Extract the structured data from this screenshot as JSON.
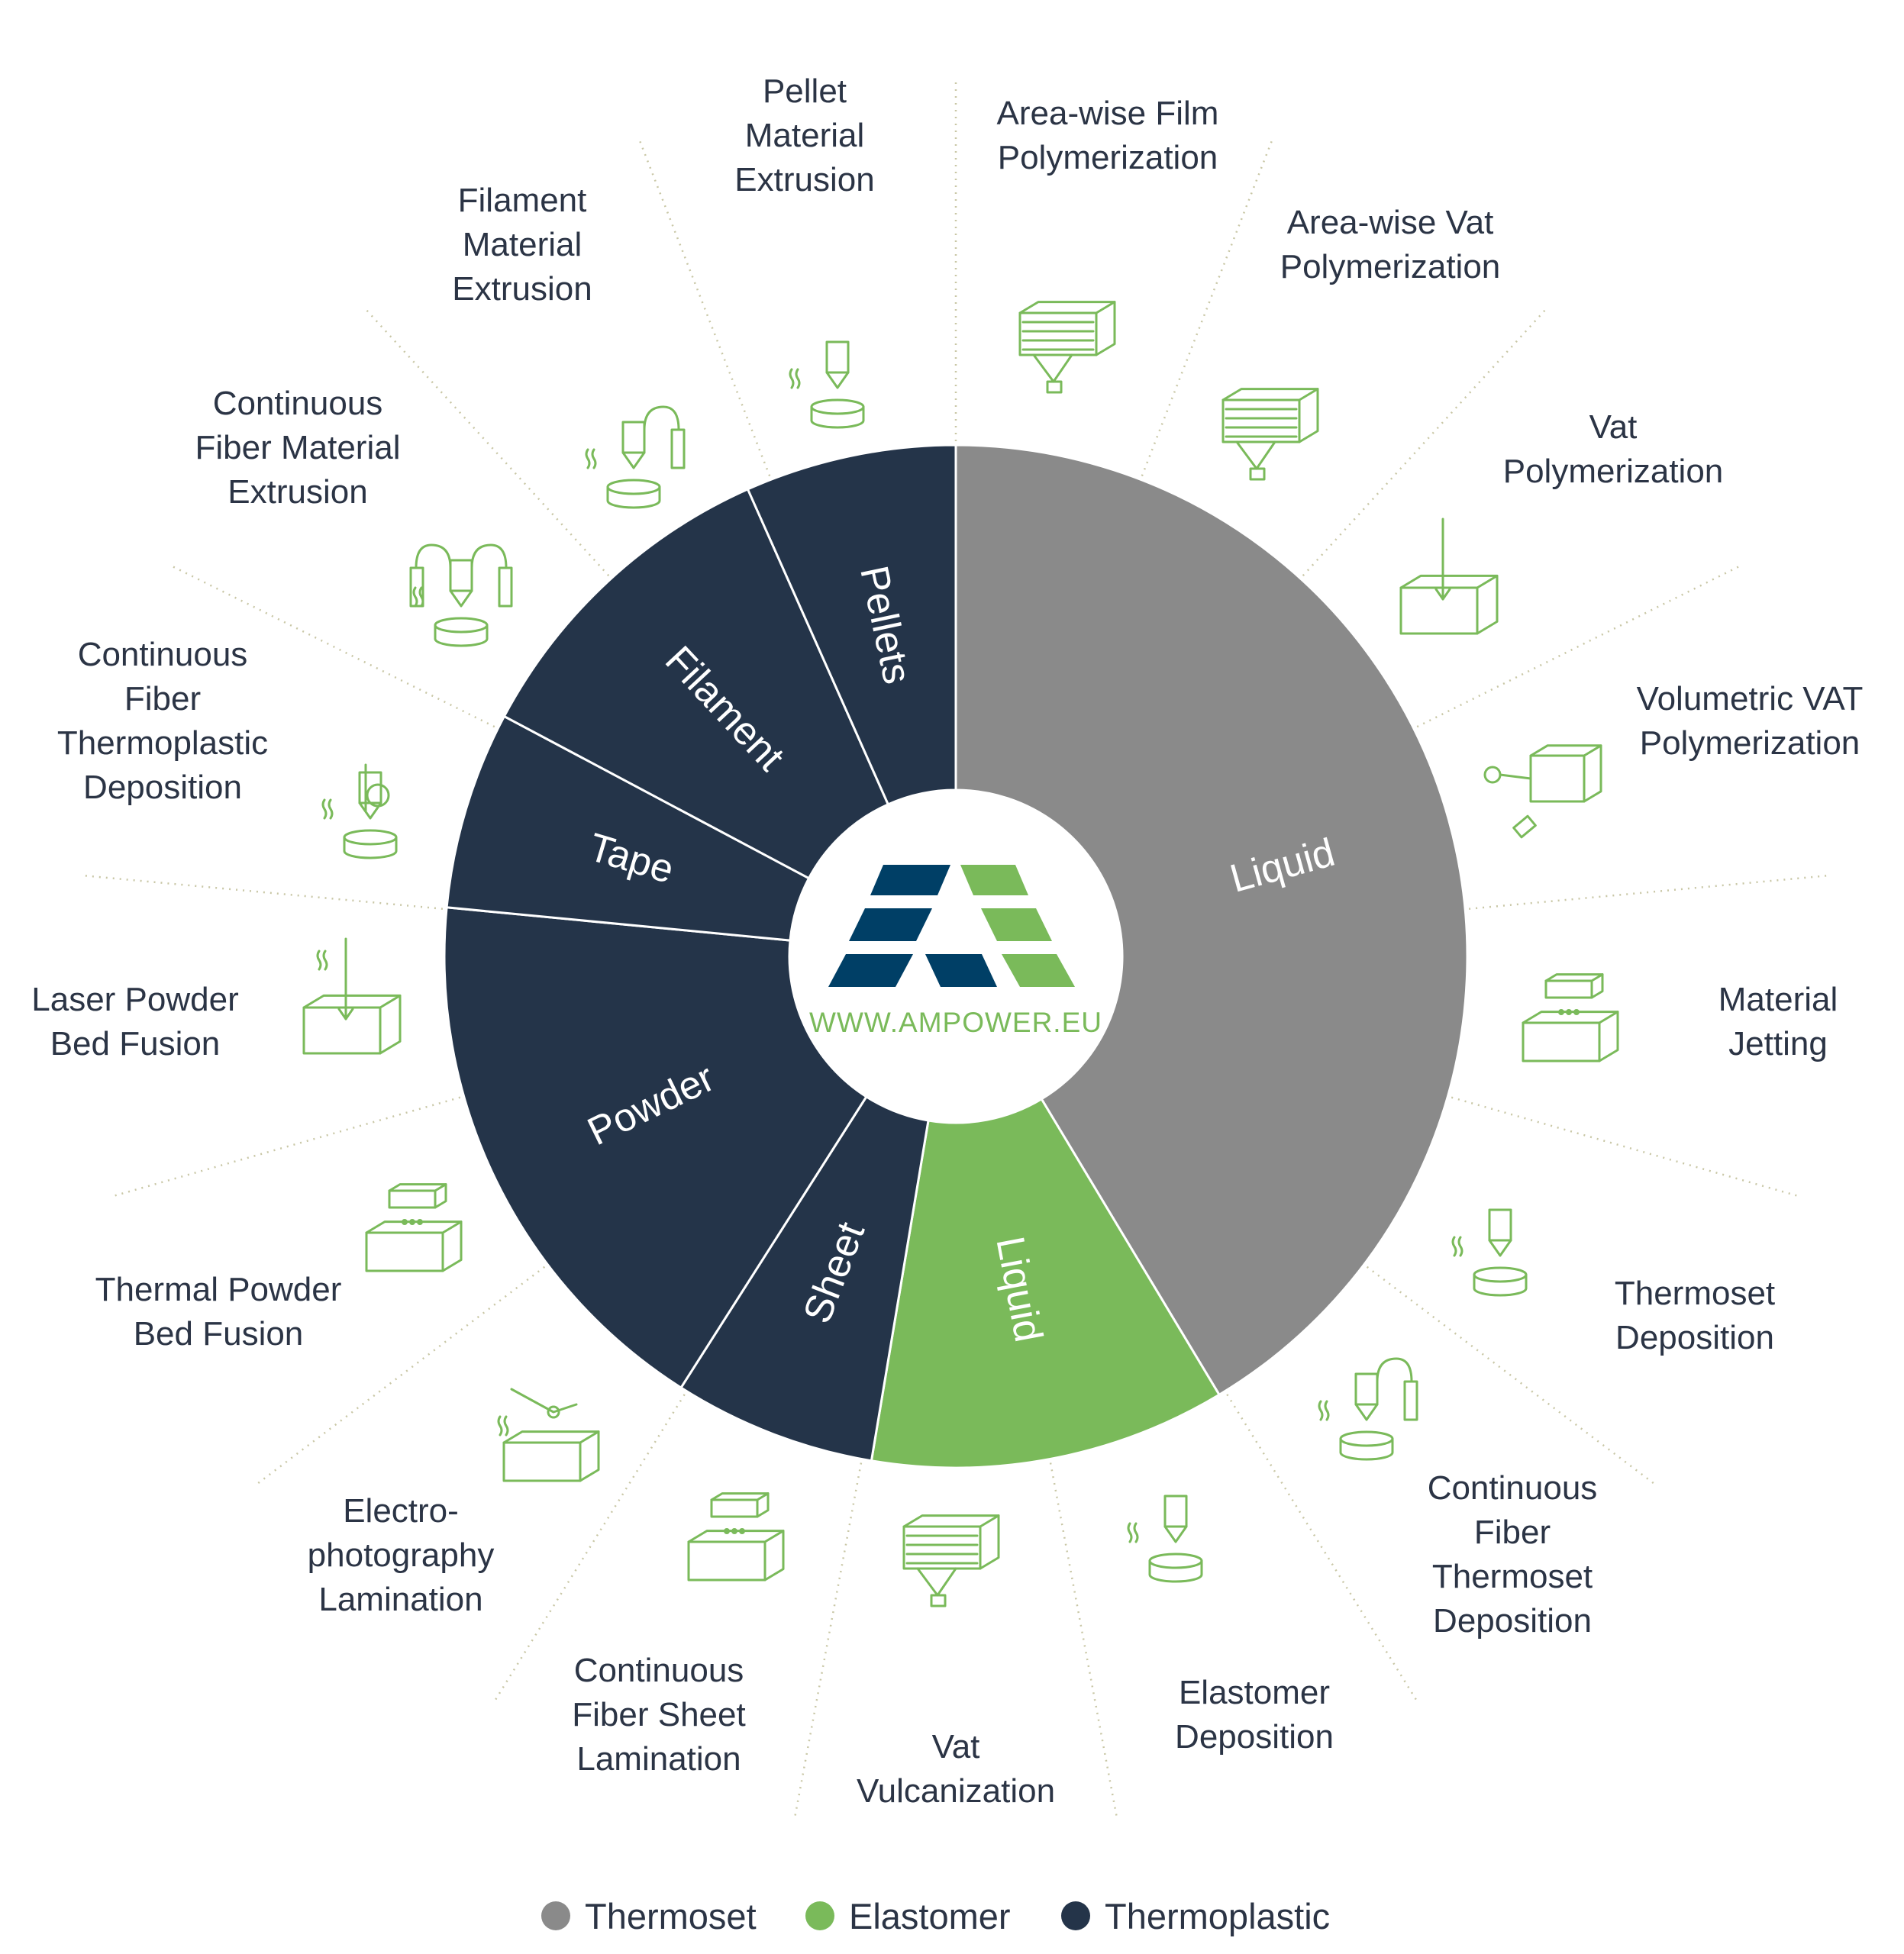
{
  "colors": {
    "thermoset": "#8a8a8a",
    "elastomer": "#7aba5a",
    "thermoplastic": "#243449",
    "logo_dark": "#003f66",
    "logo_green": "#7aba5a",
    "text": "#2b3445",
    "icon": "#7aba5a"
  },
  "logo": {
    "url": "WWW.AMPOWER.EU"
  },
  "chart_data": {
    "type": "pie",
    "segments": [
      {
        "label": "Liquid",
        "category": "Thermoset",
        "start_deg": 0,
        "end_deg": 149.0
      },
      {
        "label": "Liquid",
        "category": "Elastomer",
        "start_deg": 149.0,
        "end_deg": 189.5
      },
      {
        "label": "Sheet",
        "category": "Thermoplastic",
        "start_deg": 189.5,
        "end_deg": 212.5
      },
      {
        "label": "Powder",
        "category": "Thermoplastic",
        "start_deg": 212.5,
        "end_deg": 275.5
      },
      {
        "label": "Tape",
        "category": "Thermoplastic",
        "start_deg": 275.5,
        "end_deg": 298.0
      },
      {
        "label": "Filament",
        "category": "Thermoplastic",
        "start_deg": 298.0,
        "end_deg": 336.0
      },
      {
        "label": "Pellets",
        "category": "Thermoplastic",
        "start_deg": 336.0,
        "end_deg": 360.0
      }
    ],
    "processes": [
      {
        "label": "Area-wise Film Polymerization",
        "icon": "film-polymerization-icon"
      },
      {
        "label": "Area-wise Vat Polymerization",
        "icon": "area-vat-icon"
      },
      {
        "label": "Vat Polymerization",
        "icon": "vat-polymerization-icon"
      },
      {
        "label": "Volumetric VAT Polymerization",
        "icon": "volumetric-vat-icon"
      },
      {
        "label": "Material Jetting",
        "icon": "material-jetting-icon"
      },
      {
        "label": "Thermoset Deposition",
        "icon": "thermoset-deposition-icon"
      },
      {
        "label": "Continuous Fiber Thermoset Deposition",
        "icon": "cf-thermoset-icon"
      },
      {
        "label": "Elastomer Deposition",
        "icon": "elastomer-deposition-icon"
      },
      {
        "label": "Vat Vulcanization",
        "icon": "vat-vulcanization-icon"
      },
      {
        "label": "Continuous Fiber Sheet Lamination",
        "icon": "cf-sheet-lamination-icon"
      },
      {
        "label": "Electro-photography Lamination",
        "icon": "electrophotography-icon"
      },
      {
        "label": "Thermal Powder Bed Fusion",
        "icon": "thermal-pbf-icon"
      },
      {
        "label": "Laser Powder Bed Fusion",
        "icon": "laser-pbf-icon"
      },
      {
        "label": "Continuous Fiber Thermoplastic Deposition",
        "icon": "cf-thermoplastic-icon"
      },
      {
        "label": "Continuous Fiber Material Extrusion",
        "icon": "cf-extrusion-icon"
      },
      {
        "label": "Filament Material Extrusion",
        "icon": "filament-extrusion-icon"
      },
      {
        "label": "Pellet Material Extrusion",
        "icon": "pellet-extrusion-icon"
      }
    ],
    "legend": [
      {
        "label": "Thermoset",
        "color": "#8a8a8a"
      },
      {
        "label": "Elastomer",
        "color": "#7aba5a"
      },
      {
        "label": "Thermoplastic",
        "color": "#243449"
      }
    ]
  }
}
